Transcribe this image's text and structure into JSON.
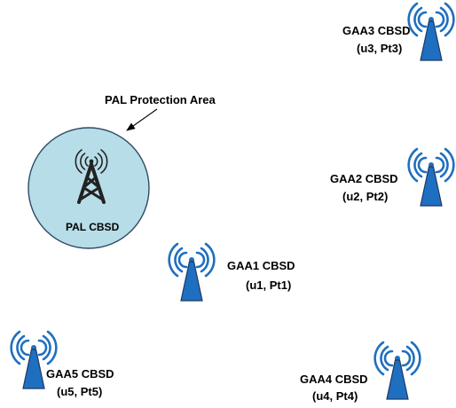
{
  "colors": {
    "background": "#ffffff",
    "protection_area_fill": "#b7dde8",
    "protection_area_stroke": "#2e4a63",
    "tower_blue": "#1f6fc0",
    "tower_dark_outline": "#1f3864",
    "pal_tower": "#222222",
    "text": "#000000"
  },
  "icons": {
    "gaa_tower": "cell-tower-icon",
    "pal_tower": "lattice-tower-icon",
    "signal": "radio-waves-icon"
  },
  "protection_area": {
    "label": "PAL Protection Area"
  },
  "pal_cbsd": {
    "label": "PAL CBSD"
  },
  "gaa": [
    {
      "id": "gaa1",
      "name": "GAA1 CBSD",
      "params": "(u1, Pt1)"
    },
    {
      "id": "gaa2",
      "name": "GAA2 CBSD",
      "params": "(u2, Pt2)"
    },
    {
      "id": "gaa3",
      "name": "GAA3 CBSD",
      "params": "(u3, Pt3)"
    },
    {
      "id": "gaa4",
      "name": "GAA4 CBSD",
      "params": "(u4, Pt4)"
    },
    {
      "id": "gaa5",
      "name": "GAA5 CBSD",
      "params": "(u5, Pt5)"
    }
  ]
}
